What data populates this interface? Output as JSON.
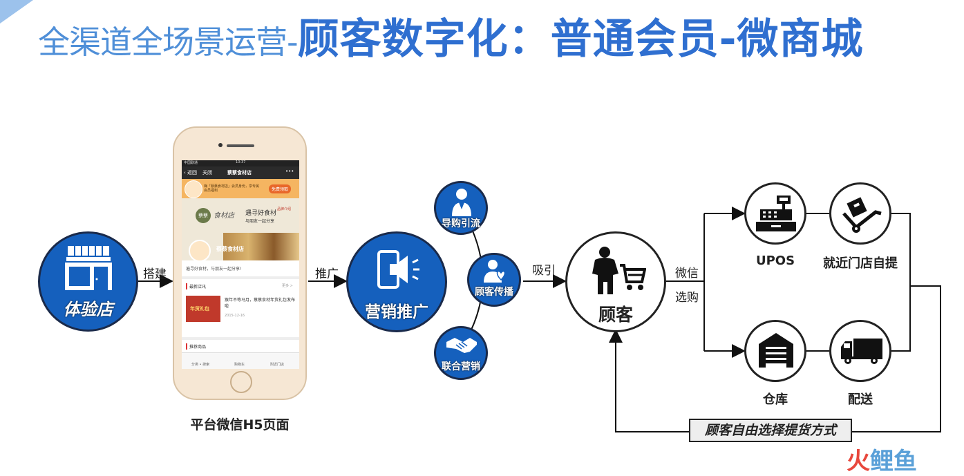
{
  "header": {
    "title_prefix": "全渠道全场景运营-",
    "title_main": "顾客数字化：普通会员-微商城"
  },
  "nodes": {
    "store": "体验店",
    "marketing": "营销推广",
    "guide": "导购引流",
    "spread": "顾客传播",
    "joint": "联合营销",
    "customer": "顾客",
    "upos": "UPOS",
    "pickup": "就近门店自提",
    "warehouse": "仓库",
    "delivery": "配送"
  },
  "edges": {
    "build": "搭建",
    "promote": "推广",
    "attract": "吸引",
    "wechat": "微信",
    "select": "选购"
  },
  "phone": {
    "caption": "平台微信H5页面",
    "status_carrier": "中国联通",
    "status_time": "10:37",
    "nav_back": "返回",
    "nav_close": "关闭",
    "nav_title": "蔡蔡食材店",
    "nav_more": "•••",
    "promo_text": "嗨「蔡蔡食材店」会员身份，享专属会员福利",
    "promo_button": "免费领取",
    "banner_logo": "蔡蔡",
    "banner_script": "食材店",
    "banner_slogan1": "遇寻好食材",
    "banner_slogan2": "与朋友一起分享",
    "brand_tag": "品牌介绍",
    "shop_name": "蔡蔡食材店",
    "intro": "遍寻好食材，与朋友一起分享!",
    "news_header": "最新店讯",
    "news_more": "更多 >",
    "news_title": "猴年不等马月，蔡蔡食材年货礼包发布啦",
    "news_date": "2015-12-16",
    "news_img_text": "年货礼包",
    "rec_header": "推荐商品",
    "tab1": "分类 • 搜索",
    "tab2": "购物车",
    "tab3": "附近门店"
  },
  "footer": {
    "note": "顾客自由选择提货方式"
  },
  "watermark": {
    "part1": "火",
    "part2": "鲤",
    "part3": "鱼"
  },
  "colors": {
    "title_light": "#4f8fd8",
    "title_bold": "#2f6fd0",
    "node_blue": "#1560bd",
    "watermark_red": "#e8473c",
    "watermark_blue": "#5aa0d8"
  }
}
